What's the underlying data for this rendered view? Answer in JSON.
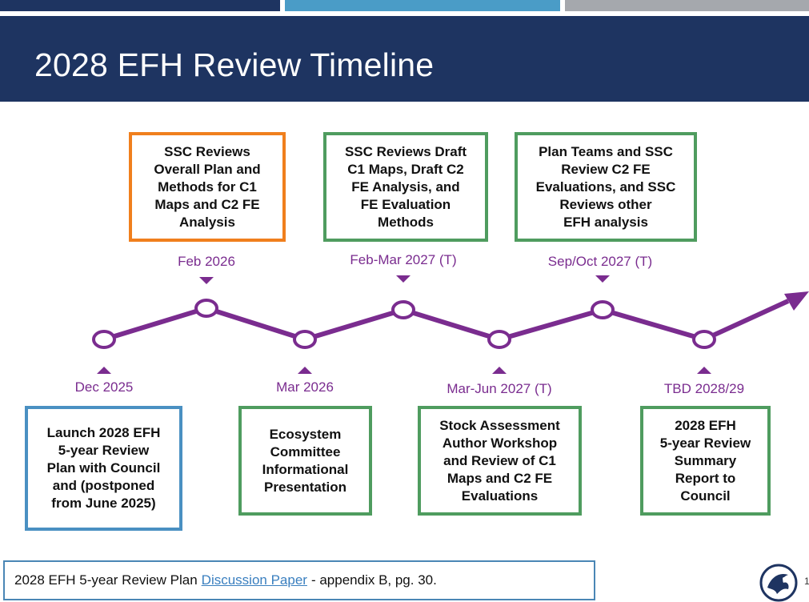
{
  "slide": {
    "title": "2028 EFH Review Timeline",
    "colors": {
      "header": "#1e3461",
      "bar1": "#1e3461",
      "bar2": "#4a9cc7",
      "bar3": "#a5a8ad",
      "timeline": "#7a2c8f",
      "orange": "#f07f1d",
      "green": "#4f9c5f",
      "blue": "#4a90c2"
    }
  },
  "milestones": {
    "dec2025": {
      "date": "Dec 2025",
      "text": "Launch 2028 EFH\n5-year Review\nPlan with Council\nand (postponed\nfrom June 2025)"
    },
    "feb2026": {
      "date": "Feb 2026",
      "text": "SSC Reviews\nOverall Plan and\nMethods for C1\nMaps and C2 FE\nAnalysis"
    },
    "mar2026": {
      "date": "Mar 2026",
      "text": "Ecosystem\nCommittee\nInformational\nPresentation"
    },
    "febmar2027": {
      "date": "Feb-Mar 2027 (T)",
      "text": "SSC Reviews Draft\nC1 Maps, Draft C2\nFE Analysis, and\nFE Evaluation\nMethods"
    },
    "marjun2027": {
      "date": "Mar-Jun 2027 (T)",
      "text": "Stock Assessment\nAuthor Workshop\nand Review of C1\nMaps and C2 FE\nEvaluations"
    },
    "sepoct2027": {
      "date": "Sep/Oct 2027 (T)",
      "text": "Plan Teams and SSC\nReview C2 FE\nEvaluations, and SSC\nReviews other\nEFH analysis"
    },
    "tbd2028": {
      "date": "TBD 2028/29",
      "text": "2028 EFH\n5-year Review\nSummary\nReport to\nCouncil"
    }
  },
  "footer": {
    "prefix": "2028 EFH 5-year Review Plan",
    "link": "Discussion Paper",
    "suffix": "- appendix B, pg. 30."
  },
  "page_number": "1"
}
